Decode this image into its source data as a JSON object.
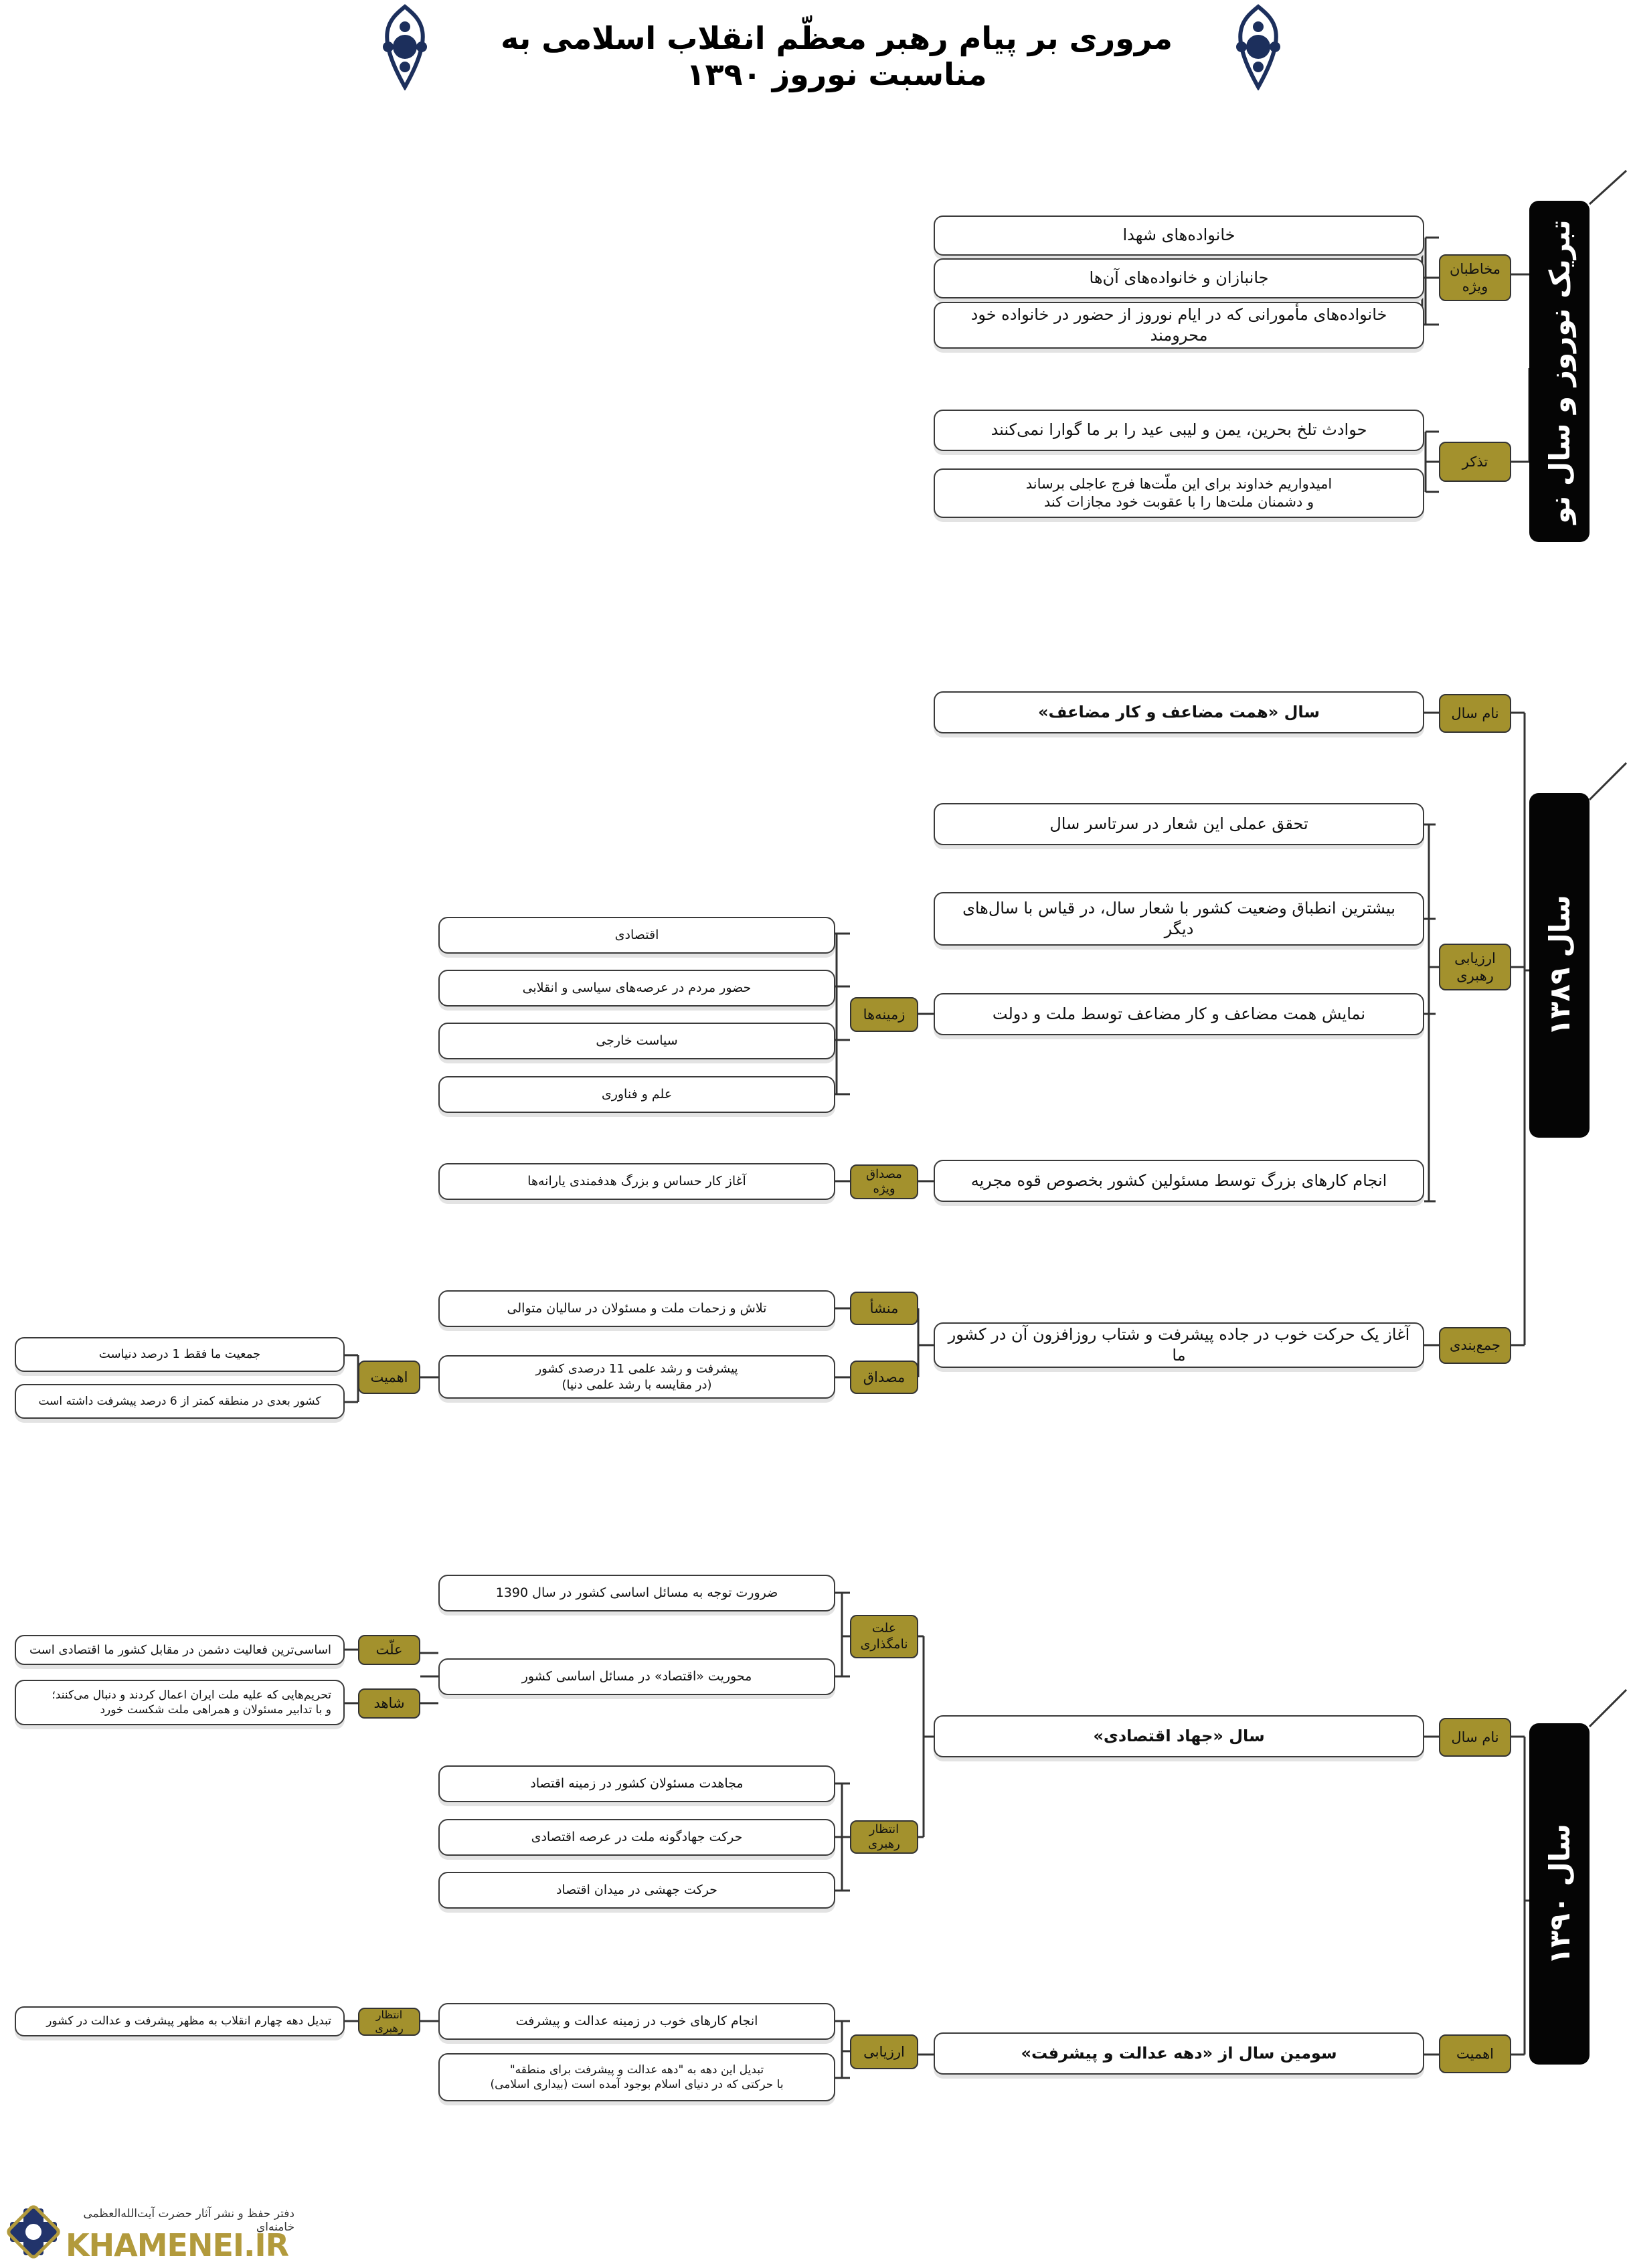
{
  "title": "مروری بر پیام رهبر معظّم انقلاب اسلامی به مناسبت نوروز ۱۳۹۰",
  "footer": {
    "logo_subtitle": "دفتر حفظ و نشر آثار حضرت آیت‌الله‌العظمی خامنه‌ای",
    "logo_text": "KHAMENEI.IR"
  },
  "section1": {
    "main": "تبریک نوروز و سال نو",
    "tag_audience": "مخاطبان\nویژه",
    "aud1": "خانواده‌های شهدا",
    "aud2": "جانبازان و خانواده‌های آن‌ها",
    "aud3": "خانواده‌های مأمورانی که در ایام نوروز از حضور در خانواده خود محرومند",
    "tag_reminder": "تذکر",
    "rem1": "حوادث تلخ بحرین، یمن و لیبی عید را بر ما گوارا نمی‌کنند",
    "rem2": "امیدواریم خداوند برای این ملّت‌ها فرج عاجلی برساند\nو دشمنان ملت‌ها را با عقوبت خود مجازات کند"
  },
  "section2": {
    "main": "سال ۱۳۸۹",
    "tag_name": "نام سال",
    "name": "سال «همت مضاعف و کار مضاعف»",
    "tag_eval": "ارزیابی\nرهبری",
    "eval1": "تحقق عملی این شعار در سرتاسر سال",
    "eval2": "بیشترین انطباق وضعیت کشور با شعار سال، در قیاس با سال‌های دیگر",
    "eval3": "نمایش همت مضاعف و کار مضاعف توسط ملت و دولت",
    "eval4": "انجام کارهای بزرگ توسط مسئولین کشور بخصوص قوه مجریه",
    "tag_fields": "زمینه‌ها",
    "f1": "اقتصادی",
    "f2": "حضور مردم در عرصه‌های سیاسی و انقلابی",
    "f3": "سیاست خارجی",
    "f4": "علم و فناوری",
    "tag_instance": "مصداق ویژه",
    "inst": "آغاز کار حساس و بزرگ هدفمندی یارانه‌ها",
    "tag_summary": "جمع‌بندی",
    "summary": "آغاز یک حرکت خوب در جاده پیشرفت و شتاب روزافزون آن در کشور ما",
    "tag_origin": "منشأ",
    "origin": "تلاش و زحمات ملت و مسئولان در سالیان متوالی",
    "tag_example": "مصداق",
    "example": "پیشرفت و رشد علمی 11 درصدی کشور\n(در مقایسه با رشد علمی دنیا)",
    "tag_importance": "اهمیت",
    "imp1": "جمعیت ما فقط 1 درصد دنیاست",
    "imp2": "کشور بعدی در منطقه کمتر از 6 درصد پیشرفت داشته است"
  },
  "section3": {
    "main": "سال ۱۳۹۰",
    "tag_name": "نام سال",
    "name": "سال «جهاد اقتصادی»",
    "tag_reason": "علت\nنامگذاری",
    "r1": "ضرورت توجه به مسائل اساسی کشور در سال 1390",
    "r2": "محوریت «اقتصاد» در مسائل اساسی کشور",
    "tag_cause": "علّت",
    "cause": "اساسی‌ترین فعالیت دشمن در مقابل کشور ما اقتصادی است",
    "tag_witness": "شاهد",
    "witness": "تحریم‌هایی که علیه ملت ایران اعمال کردند و دنبال می‌کنند؛\nو با تدابیر مسئولان و همراهی ملت شکست خورد",
    "tag_expect": "انتظار رهبری",
    "e1": "مجاهدت مسئولان کشور در زمینه اقتصاد",
    "e2": "حرکت جهادگونه ملت در عرصه اقتصادی",
    "e3": "حرکت جهشی در میدان اقتصاد",
    "tag_importance": "اهمیت",
    "importance": "سومین سال از «دهه عدالت و پیشرفت»",
    "tag_eval": "ارزیابی",
    "v1": "انجام کارهای خوب در زمینه عدالت و پیشرفت",
    "v2": "تبدیل این دهه به \"دهه عدالت و پیشرفت برای منطقه\"\nبا حرکتی که در دنیای اسلام بوجود آمده است (بیداری اسلامی)",
    "tag_expect2": "انتظار رهبری",
    "expect2": "تبدیل دهه چهارم انقلاب به مظهر پیشرفت و عدالت در کشور"
  }
}
